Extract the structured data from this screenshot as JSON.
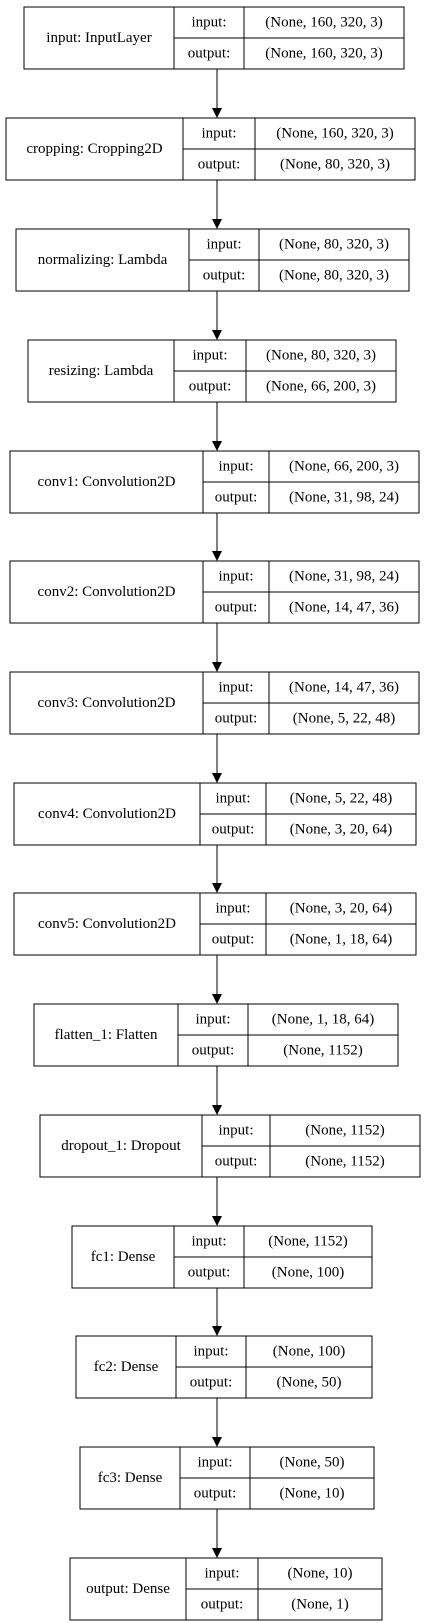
{
  "colors": {
    "ink": "#000000",
    "background": "#ffffff"
  },
  "labels": {
    "input": "input:",
    "output": "output:"
  },
  "layers": [
    {
      "name": "input: InputLayer",
      "input": "(None, 160, 320, 3)",
      "output": "(None, 160, 320, 3)"
    },
    {
      "name": "cropping: Cropping2D",
      "input": "(None, 160, 320, 3)",
      "output": "(None, 80, 320, 3)"
    },
    {
      "name": "normalizing: Lambda",
      "input": "(None, 80, 320, 3)",
      "output": "(None, 80, 320, 3)"
    },
    {
      "name": "resizing: Lambda",
      "input": "(None, 80, 320, 3)",
      "output": "(None, 66, 200, 3)"
    },
    {
      "name": "conv1: Convolution2D",
      "input": "(None, 66, 200, 3)",
      "output": "(None, 31, 98, 24)"
    },
    {
      "name": "conv2: Convolution2D",
      "input": "(None, 31, 98, 24)",
      "output": "(None, 14, 47, 36)"
    },
    {
      "name": "conv3: Convolution2D",
      "input": "(None, 14, 47, 36)",
      "output": "(None, 5, 22, 48)"
    },
    {
      "name": "conv4: Convolution2D",
      "input": "(None, 5, 22, 48)",
      "output": "(None, 3, 20, 64)"
    },
    {
      "name": "conv5: Convolution2D",
      "input": "(None, 3, 20, 64)",
      "output": "(None, 1, 18, 64)"
    },
    {
      "name": "flatten_1: Flatten",
      "input": "(None, 1, 18, 64)",
      "output": "(None, 1152)"
    },
    {
      "name": "dropout_1: Dropout",
      "input": "(None, 1152)",
      "output": "(None, 1152)"
    },
    {
      "name": "fc1: Dense",
      "input": "(None, 1152)",
      "output": "(None, 100)"
    },
    {
      "name": "fc2: Dense",
      "input": "(None, 100)",
      "output": "(None, 50)"
    },
    {
      "name": "fc3: Dense",
      "input": "(None, 50)",
      "output": "(None, 10)"
    },
    {
      "name": "output: Dense",
      "input": "(None, 10)",
      "output": "(None, 1)"
    }
  ]
}
